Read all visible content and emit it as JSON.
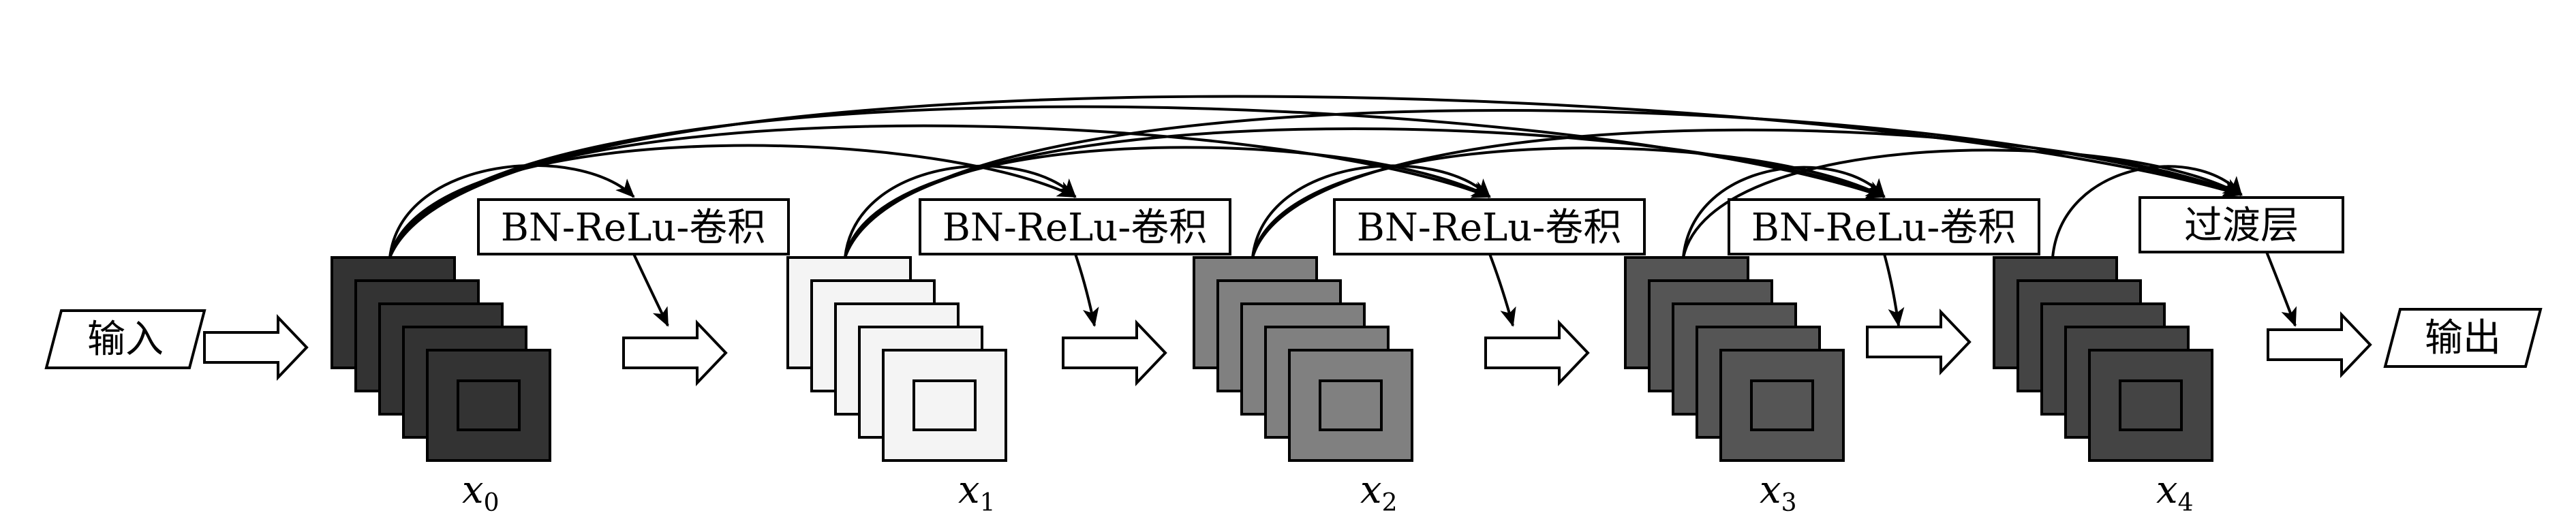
{
  "input_label": "输入",
  "output_label": "输出",
  "layers": [
    {
      "label": "BN-ReLu-卷积"
    },
    {
      "label": "BN-ReLu-卷积"
    },
    {
      "label": "BN-ReLu-卷积"
    },
    {
      "label": "BN-ReLu-卷积"
    },
    {
      "label": "过渡层"
    }
  ],
  "feature_maps": [
    {
      "var": "x",
      "sub": "0",
      "color": "#333333"
    },
    {
      "var": "x",
      "sub": "1",
      "color": "#f4f4f4"
    },
    {
      "var": "x",
      "sub": "2",
      "color": "#808080"
    },
    {
      "var": "x",
      "sub": "3",
      "color": "#555555"
    },
    {
      "var": "x",
      "sub": "4",
      "color": "#444444"
    }
  ]
}
